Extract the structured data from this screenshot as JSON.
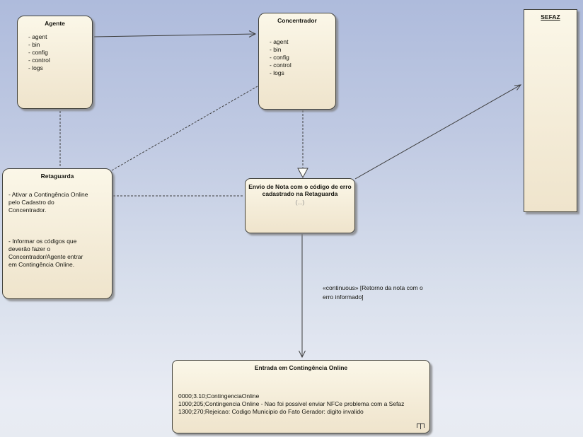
{
  "diagram": {
    "kind": "uml-activity-diagram",
    "colors": {
      "background_top": "#aebbdc",
      "background_bottom": "#e9ecf4",
      "node_fill": "#f6eeda",
      "node_border": "#41413b",
      "node_shadow": "#8c8c8c",
      "connector": "#3d3d3d",
      "muted_text": "#8a8a8a"
    }
  },
  "nodes": {
    "agente": {
      "title": "Agente",
      "items": [
        "- agent",
        "- bin",
        "- config",
        "- control",
        "- logs"
      ]
    },
    "concentrador": {
      "title": "Concentrador",
      "items": [
        "- agent",
        "- bin",
        "- config",
        "- control",
        "- logs"
      ]
    },
    "sefaz": {
      "title": "SEFAZ"
    },
    "retaguarda": {
      "title": "Retaguarda",
      "paragraphs": [
        "- Ativar a Contingência Online\npelo Cadastro do\nConcentrador.",
        "- Informar os códigos que\ndeverão fazer o\nConcentrador/Agente entrar\nem Contingência Online."
      ]
    },
    "envio": {
      "title": "Envio de Nota com o código de erro\ncadastrado na Retaguarda",
      "subtitle": "(...)"
    },
    "entrada": {
      "title": "Entrada em Contingência Online",
      "lines": [
        "0000;3.10;ContingenciaOnline",
        "1000;205;Contingencia Online - Nao foi possivel enviar NFCe problema com a Sefaz",
        "1300;270;Rejeicao: Codigo Municipio do Fato Gerador: digito invalido"
      ],
      "decomposition_icon": "rake-icon"
    }
  },
  "labels": {
    "continuous": "«continuous» [Retorno da nota com o\nerro informado]"
  }
}
